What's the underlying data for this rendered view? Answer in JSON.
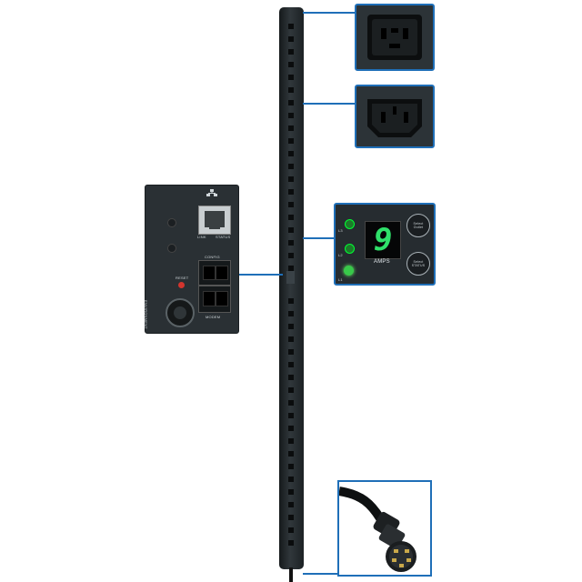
{
  "labels": {
    "link": "LINK",
    "status": "STATUS",
    "config": "CONFIG",
    "modem": "MODEM",
    "reset": "RESET",
    "environment": "ENVIRONMENT",
    "display_digit": "9",
    "amps": "AMPS",
    "l1": "L1",
    "l2": "L2",
    "l3": "L3",
    "select_outlet": "Select Outlet",
    "select_status": "Select STATUS"
  },
  "colors": {
    "leader": "#1f6fb8",
    "panel": "#2b3136",
    "strip": "#1e2326",
    "led_green": "#38c94a",
    "display_digit": "#2fe06a"
  },
  "icons": {
    "network": "network-icon"
  }
}
